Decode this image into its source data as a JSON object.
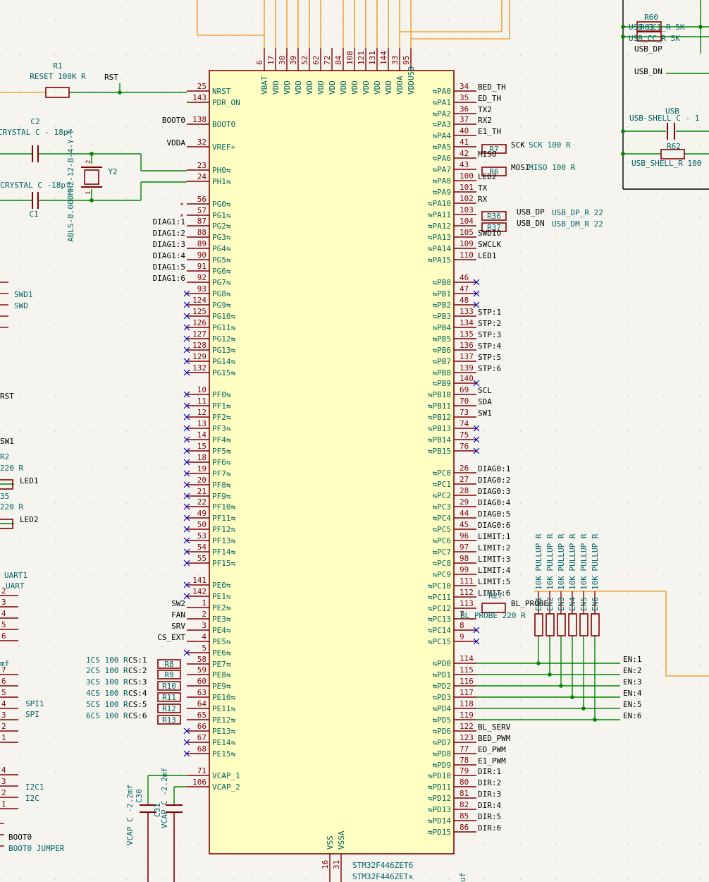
{
  "chip": {
    "ref_values": [
      "STM32F446ZET6",
      "STM32F446ZETx"
    ],
    "top_pins": [
      {
        "num": "6",
        "name": "VBAT"
      },
      {
        "num": "17",
        "name": "VDD"
      },
      {
        "num": "30",
        "name": "VDD"
      },
      {
        "num": "39",
        "name": "VDD"
      },
      {
        "num": "52",
        "name": "VDD"
      },
      {
        "num": "62",
        "name": "VDD"
      },
      {
        "num": "72",
        "name": "VDD"
      },
      {
        "num": "84",
        "name": "VDD"
      },
      {
        "num": "108",
        "name": "VDD"
      },
      {
        "num": "121",
        "name": "VDD"
      },
      {
        "num": "131",
        "name": "VDD"
      },
      {
        "num": "144",
        "name": "VDD"
      },
      {
        "num": "33",
        "name": "VDDA"
      },
      {
        "num": "95",
        "name": "VDDUSB"
      }
    ],
    "bottom_pins": [
      {
        "num": "16",
        "name": "VSS"
      },
      {
        "num": "31",
        "name": "VSSA"
      }
    ],
    "left_pins": [
      {
        "num": "25",
        "name": "NRST",
        "net": "",
        "nc": false
      },
      {
        "num": "143",
        "name": "PDR_ON",
        "net": "",
        "nc": false
      },
      {
        "num": "138",
        "name": "BOOT0",
        "net": "BOOT0",
        "nc": false
      },
      {
        "num": "32",
        "name": "VREF+",
        "net": "VDDA",
        "nc": false
      },
      {
        "num": "23",
        "name": "PH0⇆",
        "net": "",
        "nc": false
      },
      {
        "num": "24",
        "name": "PH1⇆",
        "net": "",
        "nc": false
      },
      {
        "num": "56",
        "name": "PG0⇆",
        "net": "",
        "nc": false
      },
      {
        "num": "57",
        "name": "PG1⇆",
        "net": "",
        "nc": false
      },
      {
        "num": "87",
        "name": "PG2⇆",
        "net": "DIAG1:1",
        "nc": false
      },
      {
        "num": "88",
        "name": "PG3⇆",
        "net": "DIAG1:2",
        "nc": false
      },
      {
        "num": "89",
        "name": "PG4⇆",
        "net": "DIAG1:3",
        "nc": false
      },
      {
        "num": "90",
        "name": "PG5⇆",
        "net": "DIAG1:4",
        "nc": false
      },
      {
        "num": "91",
        "name": "PG6⇆",
        "net": "DIAG1:5",
        "nc": false
      },
      {
        "num": "92",
        "name": "PG7⇆",
        "net": "DIAG1:6",
        "nc": false
      },
      {
        "num": "93",
        "name": "PG8⇆",
        "net": "",
        "nc": true
      },
      {
        "num": "124",
        "name": "PG9⇆",
        "net": "",
        "nc": true
      },
      {
        "num": "125",
        "name": "PG10⇆",
        "net": "",
        "nc": true
      },
      {
        "num": "126",
        "name": "PG11⇆",
        "net": "",
        "nc": true
      },
      {
        "num": "127",
        "name": "PG12⇆",
        "net": "",
        "nc": true
      },
      {
        "num": "128",
        "name": "PG13⇆",
        "net": "",
        "nc": true
      },
      {
        "num": "129",
        "name": "PG14⇆",
        "net": "",
        "nc": true
      },
      {
        "num": "132",
        "name": "PG15⇆",
        "net": "",
        "nc": true
      },
      {
        "num": "10",
        "name": "PF0⇆",
        "net": "",
        "nc": true
      },
      {
        "num": "11",
        "name": "PF1⇆",
        "net": "",
        "nc": true
      },
      {
        "num": "12",
        "name": "PF2⇆",
        "net": "",
        "nc": true
      },
      {
        "num": "13",
        "name": "PF3⇆",
        "net": "",
        "nc": true
      },
      {
        "num": "14",
        "name": "PF4⇆",
        "net": "",
        "nc": true
      },
      {
        "num": "15",
        "name": "PF5⇆",
        "net": "",
        "nc": true
      },
      {
        "num": "18",
        "name": "PF6⇆",
        "net": "",
        "nc": true
      },
      {
        "num": "19",
        "name": "PF7⇆",
        "net": "",
        "nc": true
      },
      {
        "num": "20",
        "name": "PF8⇆",
        "net": "",
        "nc": true
      },
      {
        "num": "21",
        "name": "PF9⇆",
        "net": "",
        "nc": true
      },
      {
        "num": "22",
        "name": "PF10⇆",
        "net": "",
        "nc": true
      },
      {
        "num": "49",
        "name": "PF11⇆",
        "net": "",
        "nc": true
      },
      {
        "num": "50",
        "name": "PF12⇆",
        "net": "",
        "nc": true
      },
      {
        "num": "53",
        "name": "PF13⇆",
        "net": "",
        "nc": true
      },
      {
        "num": "54",
        "name": "PF14⇆",
        "net": "",
        "nc": true
      },
      {
        "num": "55",
        "name": "PF15⇆",
        "net": "",
        "nc": true
      },
      {
        "num": "141",
        "name": "PE0⇆",
        "net": "",
        "nc": true
      },
      {
        "num": "142",
        "name": "PE1⇆",
        "net": "",
        "nc": true
      },
      {
        "num": "1",
        "name": "PE2⇆",
        "net": "SW2",
        "nc": false
      },
      {
        "num": "2",
        "name": "PE3⇆",
        "net": "FAN",
        "nc": false
      },
      {
        "num": "3",
        "name": "PE4⇆",
        "net": "SRV",
        "nc": false
      },
      {
        "num": "4",
        "name": "PE5⇆",
        "net": "CS_EXT",
        "nc": false
      },
      {
        "num": "5",
        "name": "PE6⇆",
        "net": "",
        "nc": true
      },
      {
        "num": "58",
        "name": "PE7⇆",
        "net": "",
        "nc": false
      },
      {
        "num": "59",
        "name": "PE8⇆",
        "net": "",
        "nc": false
      },
      {
        "num": "60",
        "name": "PE9⇆",
        "net": "",
        "nc": false
      },
      {
        "num": "63",
        "name": "PE10⇆",
        "net": "",
        "nc": false
      },
      {
        "num": "64",
        "name": "PE11⇆",
        "net": "",
        "nc": false
      },
      {
        "num": "65",
        "name": "PE12⇆",
        "net": "",
        "nc": false
      },
      {
        "num": "66",
        "name": "PE13⇆",
        "net": "",
        "nc": true
      },
      {
        "num": "67",
        "name": "PE14⇆",
        "net": "",
        "nc": true
      },
      {
        "num": "68",
        "name": "PE15⇆",
        "net": "",
        "nc": true
      },
      {
        "num": "71",
        "name": "VCAP_1",
        "net": "",
        "nc": false
      },
      {
        "num": "106",
        "name": "VCAP_2",
        "net": "",
        "nc": false
      }
    ],
    "right_pins": [
      {
        "num": "34",
        "name": "⇆PA0",
        "net": "BED_TH",
        "nc": false
      },
      {
        "num": "35",
        "name": "⇆PA1",
        "net": "ED_TH",
        "nc": false
      },
      {
        "num": "36",
        "name": "⇆PA2",
        "net": "TX2",
        "nc": false
      },
      {
        "num": "37",
        "name": "⇆PA3",
        "net": "RX2",
        "nc": false
      },
      {
        "num": "40",
        "name": "⇆PA4",
        "net": "E1_TH",
        "nc": false
      },
      {
        "num": "41",
        "name": "⇆PA5",
        "net": "",
        "nc": false
      },
      {
        "num": "42",
        "name": "⇆PA6",
        "net": "MISO",
        "nc": false
      },
      {
        "num": "43",
        "name": "⇆PA7",
        "net": "",
        "nc": false
      },
      {
        "num": "100",
        "name": "⇆PA8",
        "net": "LED2",
        "nc": false
      },
      {
        "num": "101",
        "name": "⇆PA9",
        "net": "TX",
        "nc": false
      },
      {
        "num": "102",
        "name": "⇆PA10",
        "net": "RX",
        "nc": false
      },
      {
        "num": "103",
        "name": "⇆PA11",
        "net": "",
        "nc": false
      },
      {
        "num": "104",
        "name": "⇆PA12",
        "net": "",
        "nc": false
      },
      {
        "num": "105",
        "name": "⇆PA13",
        "net": "SWDIO",
        "nc": false
      },
      {
        "num": "109",
        "name": "⇆PA14",
        "net": "SWCLK",
        "nc": false
      },
      {
        "num": "110",
        "name": "⇆PA15",
        "net": "LED1",
        "nc": false
      },
      {
        "num": "46",
        "name": "⇆PB0",
        "net": "",
        "nc": true
      },
      {
        "num": "47",
        "name": "⇆PB1",
        "net": "",
        "nc": true
      },
      {
        "num": "48",
        "name": "⇆PB2",
        "net": "",
        "nc": true
      },
      {
        "num": "133",
        "name": "⇆PB3",
        "net": "STP:1",
        "nc": false
      },
      {
        "num": "134",
        "name": "⇆PB4",
        "net": "STP:2",
        "nc": false
      },
      {
        "num": "135",
        "name": "⇆PB5",
        "net": "STP:3",
        "nc": false
      },
      {
        "num": "136",
        "name": "⇆PB6",
        "net": "STP:4",
        "nc": false
      },
      {
        "num": "137",
        "name": "⇆PB7",
        "net": "STP:5",
        "nc": false
      },
      {
        "num": "139",
        "name": "⇆PB8",
        "net": "STP:6",
        "nc": false
      },
      {
        "num": "140",
        "name": "⇆PB9",
        "net": "",
        "nc": true
      },
      {
        "num": "69",
        "name": "⇆PB10",
        "net": "SCL",
        "nc": false
      },
      {
        "num": "70",
        "name": "⇆PB11",
        "net": "SDA",
        "nc": false
      },
      {
        "num": "73",
        "name": "⇆PB12",
        "net": "SW1",
        "nc": false
      },
      {
        "num": "74",
        "name": "⇆PB13",
        "net": "",
        "nc": true
      },
      {
        "num": "75",
        "name": "⇆PB14",
        "net": "",
        "nc": true
      },
      {
        "num": "76",
        "name": "⇆PB15",
        "net": "",
        "nc": true
      },
      {
        "num": "26",
        "name": "⇆PC0",
        "net": "DIAG0:1",
        "nc": false
      },
      {
        "num": "27",
        "name": "⇆PC1",
        "net": "DIAG0:2",
        "nc": false
      },
      {
        "num": "28",
        "name": "⇆PC2",
        "net": "DIAG0:3",
        "nc": false
      },
      {
        "num": "29",
        "name": "⇆PC3",
        "net": "DIAG0:4",
        "nc": false
      },
      {
        "num": "44",
        "name": "⇆PC4",
        "net": "DIAG0:5",
        "nc": false
      },
      {
        "num": "45",
        "name": "⇆PC5",
        "net": "DIAG0:6",
        "nc": false
      },
      {
        "num": "96",
        "name": "⇆PC6",
        "net": "LIMIT:1",
        "nc": false
      },
      {
        "num": "97",
        "name": "⇆PC7",
        "net": "LIMIT:2",
        "nc": false
      },
      {
        "num": "98",
        "name": "⇆PC8",
        "net": "LIMIT:3",
        "nc": false
      },
      {
        "num": "99",
        "name": "⇆PC9",
        "net": "LIMIT:4",
        "nc": false
      },
      {
        "num": "111",
        "name": "⇆PC10",
        "net": "LIMIT:5",
        "nc": false
      },
      {
        "num": "112",
        "name": "⇆PC11",
        "net": "LIMIT:6",
        "nc": false
      },
      {
        "num": "113",
        "name": "⇆PC12",
        "net": "",
        "nc": false
      },
      {
        "num": "7",
        "name": "⇆PC13",
        "net": "",
        "nc": false
      },
      {
        "num": "8",
        "name": "⇆PC14",
        "net": "",
        "nc": true
      },
      {
        "num": "9",
        "name": "⇆PC15",
        "net": "",
        "nc": true
      },
      {
        "num": "114",
        "name": "⇆PD0",
        "net": "",
        "nc": false
      },
      {
        "num": "115",
        "name": "⇆PD1",
        "net": "",
        "nc": false
      },
      {
        "num": "116",
        "name": "⇆PD2",
        "net": "",
        "nc": false
      },
      {
        "num": "117",
        "name": "⇆PD3",
        "net": "",
        "nc": false
      },
      {
        "num": "118",
        "name": "⇆PD4",
        "net": "",
        "nc": false
      },
      {
        "num": "119",
        "name": "⇆PD5",
        "net": "",
        "nc": false
      },
      {
        "num": "122",
        "name": "⇆PD6",
        "net": "BL_SERV",
        "nc": false
      },
      {
        "num": "123",
        "name": "⇆PD7",
        "net": "BED_PWM",
        "nc": false
      },
      {
        "num": "77",
        "name": "⇆PD8",
        "net": "ED_PWM",
        "nc": false
      },
      {
        "num": "78",
        "name": "⇆PD9",
        "net": "E1_PWM",
        "nc": false
      },
      {
        "num": "79",
        "name": "⇆PD10",
        "net": "DIR:1",
        "nc": false
      },
      {
        "num": "80",
        "name": "⇆PD11",
        "net": "DIR:2",
        "nc": false
      },
      {
        "num": "81",
        "name": "⇆PD12",
        "net": "DIR:3",
        "nc": false
      },
      {
        "num": "82",
        "name": "⇆PD13",
        "net": "DIR:4",
        "nc": false
      },
      {
        "num": "85",
        "name": "⇆PD14",
        "net": "DIR:5",
        "nc": false
      },
      {
        "num": "86",
        "name": "⇆PD15",
        "net": "DIR:6",
        "nc": false
      }
    ]
  },
  "left_edge_labels": [
    "RST",
    "SW1",
    "SWD1",
    "SWD",
    "R2",
    "220 R",
    "LED1",
    "35",
    "220 R",
    "LED2",
    "UART1",
    "UART",
    "mf",
    "SPI1",
    "SPI",
    "I2C1",
    "I2C",
    "BOOT0",
    "BOOT0 JUMPER"
  ],
  "left_edge_numbers": [
    "2",
    "3",
    "4",
    "5",
    "6",
    "7",
    "6",
    "5",
    "4",
    "3",
    "2",
    "1",
    "4",
    "3",
    "2",
    "1"
  ],
  "reset": {
    "ref": "R1",
    "value": "RESET 100K R",
    "net": "RST"
  },
  "crystal": {
    "c2_ref": "C2",
    "c2_value": "CRYSTAL C - 18pf",
    "c1_ref": "C1",
    "c1_value": "CRYSTAL C -18pf",
    "y_ref": "Y2",
    "y_value": "ABLS-8.000MHz-12-B-4-Y-T",
    "pin1": "1",
    "pin2": "2"
  },
  "rcs": [
    {
      "label": "1CS 100 R",
      "net": "CS:1",
      "ref": "R8"
    },
    {
      "label": "2CS 100 R",
      "net": "CS:2",
      "ref": "R9"
    },
    {
      "label": "3CS 100 R",
      "net": "CS:3",
      "ref": "R10"
    },
    {
      "label": "4CS 100 R",
      "net": "CS:4",
      "ref": "R11"
    },
    {
      "label": "5CS 100 R",
      "net": "CS:5",
      "ref": "R12"
    },
    {
      "label": "6CS 100 R",
      "net": "CS:6",
      "ref": "R13"
    }
  ],
  "vcap": {
    "c30_ref": "C30",
    "c30_value": "VCAP C -2.2mf",
    "c31_ref": "C31",
    "c31_value": "VCAP C -2.2mf"
  },
  "spi_res": [
    {
      "net": "SCK",
      "ref": "R7",
      "value": "SCK 100 R"
    },
    {
      "net": "MOSI",
      "ref": "R6",
      "value": "MISO 100 R"
    }
  ],
  "usb_res": [
    {
      "net": "USB_DP",
      "ref": "R36",
      "value": "USB_DP_R 22"
    },
    {
      "net": "USB_DN",
      "ref": "R37",
      "value": "USB_DM_R 22"
    }
  ],
  "probe": {
    "ref": "R27",
    "value": "BL_PROBE 220 R",
    "net": "BL_PROBE"
  },
  "pullups": {
    "values": [
      "10K PULLUP R",
      "10K PULLUP R",
      "10K PULLUP R",
      "10K PULLUP R",
      "10K PULLUP R",
      "10K PULLUP R"
    ],
    "refs": [
      "EN1",
      "EN2",
      "EN3",
      "EN4",
      "EN5",
      "EN6"
    ],
    "nets": [
      "EN:1",
      "EN:2",
      "EN:3",
      "EN:4",
      "EN:5",
      "EN:6"
    ]
  },
  "usb_top": {
    "r60": "R60",
    "r61": "R61",
    "line1": "USB_CC1_R 5K",
    "line2": "USB_CC_R 5K",
    "usb_dp": "USB_DP",
    "usb_dn": "USB_DN",
    "c58_label": "USB-SHELL C - 1",
    "r62": "R62",
    "r62_value": "USB_SHELL_R 100"
  },
  "bottom_fragment": "uf",
  "colors": {
    "body": "#ffffc2",
    "outline": "#840000",
    "wire": "#008400",
    "pinname": "#006464",
    "netlabel": "#000000",
    "orange": "#f2a33a",
    "nc": "#0000c0",
    "ref": "#006464",
    "bg": "#f5f4ef"
  }
}
